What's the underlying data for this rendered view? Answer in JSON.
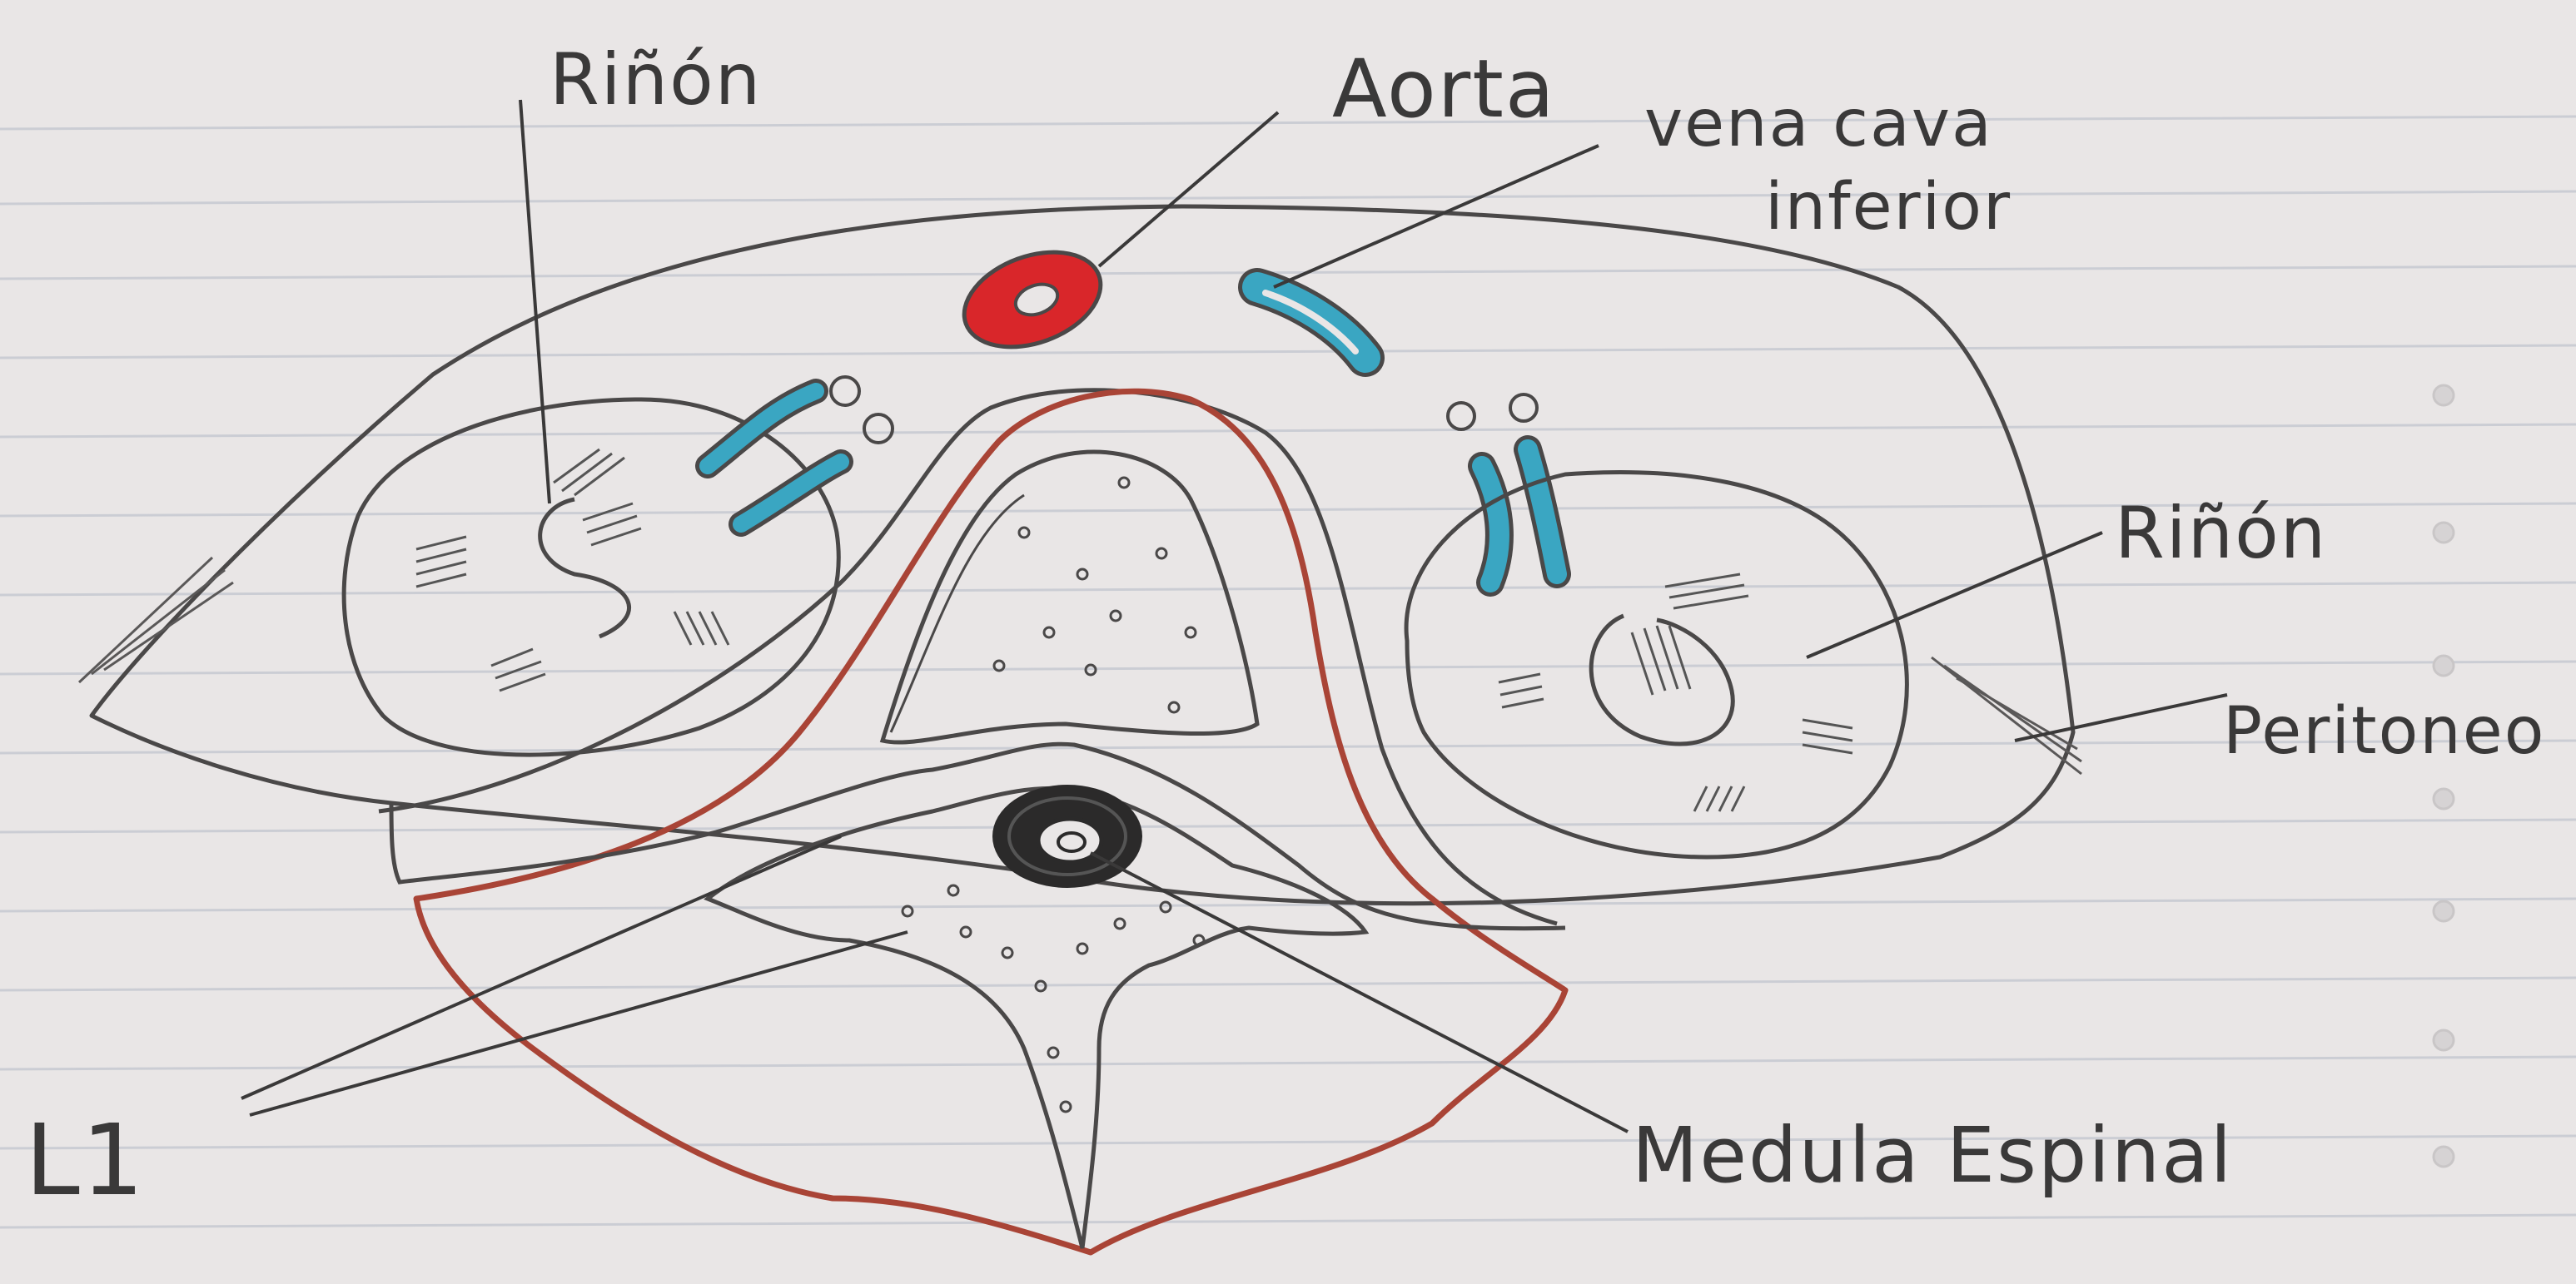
{
  "labels": {
    "kidney_left": "Riñón",
    "aorta": "Aorta",
    "ivc_line1": "vena cava",
    "ivc_line2": "inferior",
    "kidney_right": "Riñón",
    "peritoneum": "Peritoneo",
    "vertebra": "L1",
    "spinal_cord": "Medula Espinal"
  },
  "colors": {
    "paper": "#e9e6e6",
    "ruled_line": "#bfc3cc",
    "pencil": "#4a4848",
    "aorta_red": "#d9262a",
    "vein_blue": "#3aa6c2",
    "outline_brown": "#a94436"
  }
}
